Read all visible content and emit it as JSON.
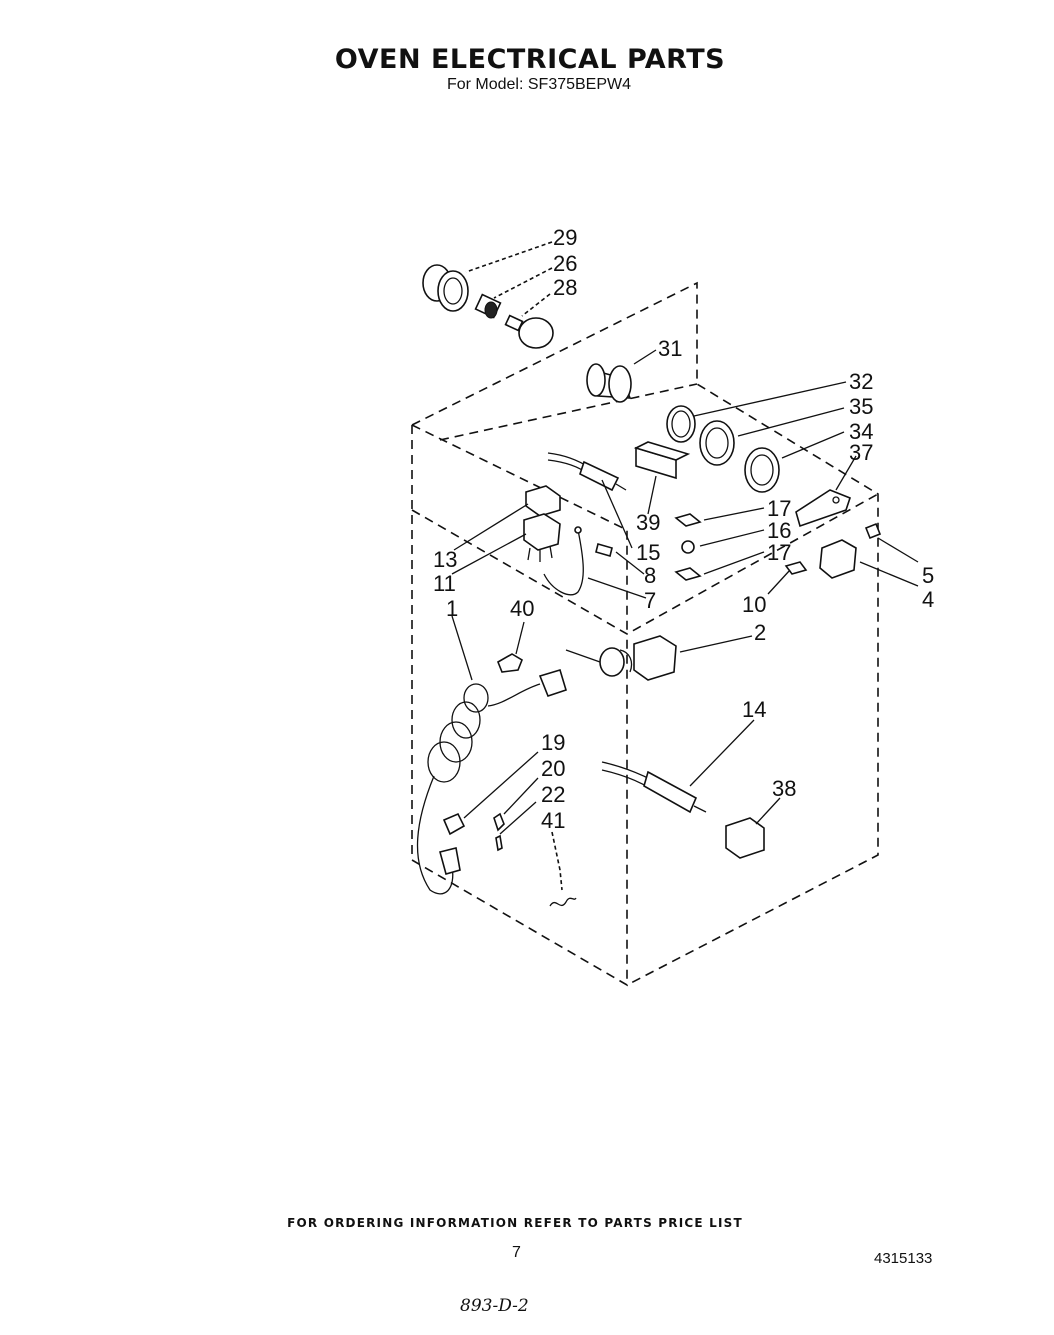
{
  "title": "OVEN ELECTRICAL PARTS",
  "model_line": "For Model: SF375BEPW4",
  "footer_note": "FOR ORDERING INFORMATION REFER TO PARTS PRICE LIST",
  "page_number": "7",
  "document_number": "4315133",
  "handwritten_note": "893-D-2",
  "callouts": [
    "29",
    "26",
    "28",
    "31",
    "32",
    "35",
    "34",
    "37",
    "39",
    "17",
    "16",
    "17",
    "15",
    "8",
    "7",
    "13",
    "11",
    "1",
    "40",
    "5",
    "4",
    "10",
    "2",
    "14",
    "19",
    "20",
    "22",
    "41",
    "38"
  ]
}
